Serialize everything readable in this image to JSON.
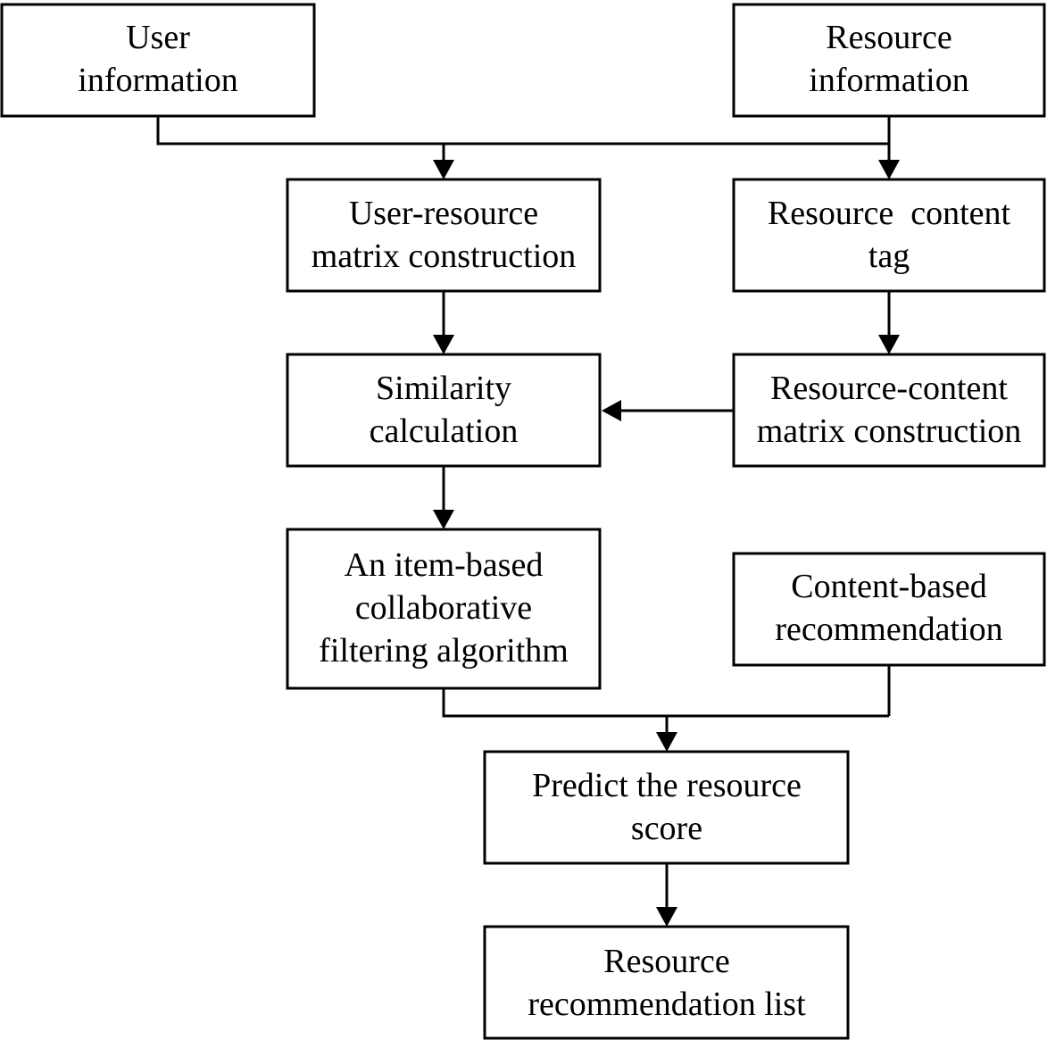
{
  "nodes": {
    "user_info": {
      "lines": [
        "User",
        "information"
      ]
    },
    "resource_info": {
      "lines": [
        "Resource",
        "information"
      ]
    },
    "user_resource_matrix": {
      "lines": [
        "User-resource",
        "matrix construction"
      ]
    },
    "resource_content_tag": {
      "lines": [
        "Resource  content",
        "tag"
      ]
    },
    "similarity_calc": {
      "lines": [
        "Similarity",
        "calculation"
      ]
    },
    "resource_content_matrix": {
      "lines": [
        "Resource-content",
        "matrix construction"
      ]
    },
    "item_based_cf": {
      "lines": [
        "An item-based",
        "collaborative",
        "filtering algorithm"
      ]
    },
    "content_based_rec": {
      "lines": [
        "Content-based",
        "recommendation"
      ]
    },
    "predict_score": {
      "lines": [
        "Predict the resource",
        "score"
      ]
    },
    "rec_list": {
      "lines": [
        "Resource",
        "recommendation list"
      ]
    }
  },
  "colors": {
    "stroke": "#000000",
    "fill": "#ffffff",
    "text": "#000000"
  }
}
